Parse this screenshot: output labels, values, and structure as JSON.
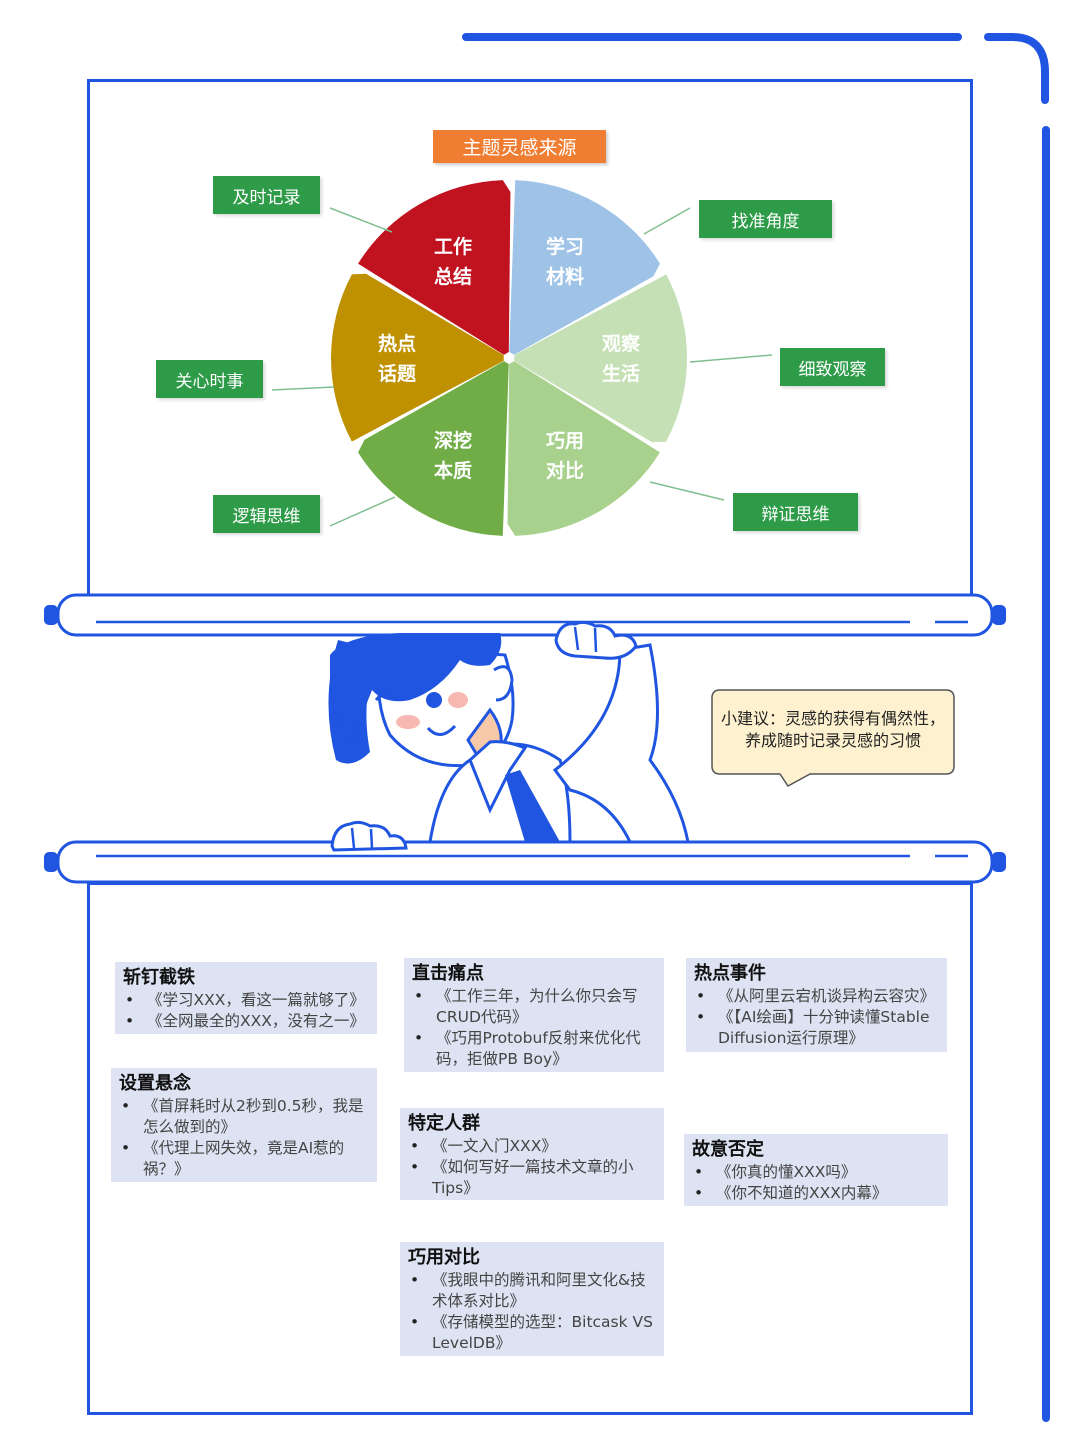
{
  "diagram": {
    "title": "主题灵感来源",
    "segments": [
      {
        "line1": "工作",
        "line2": "总结",
        "color": "#c1121f"
      },
      {
        "line1": "学习",
        "line2": "材料",
        "color": "#9ec3e6"
      },
      {
        "line1": "观察",
        "line2": "生活",
        "color": "#c5e0b4"
      },
      {
        "line1": "巧用",
        "line2": "对比",
        "color": "#a9d18e"
      },
      {
        "line1": "深挖",
        "line2": "本质",
        "color": "#70ad47"
      },
      {
        "line1": "热点",
        "line2": "话题",
        "color": "#bf9000"
      }
    ],
    "outer_labels": [
      "及时记录",
      "找准角度",
      "细致观察",
      "辩证思维",
      "逻辑思维",
      "关心时事"
    ],
    "accent": "#1f55e0",
    "tag_color": "#2e9b48",
    "title_color": "#ef7d32"
  },
  "tip": {
    "line1": "小建议：灵感的获得有偶然性，",
    "line2": "养成随时记录灵感的习惯"
  },
  "cards": [
    {
      "title": "斩钉截铁",
      "items": [
        "《学习XXX，看这一篇就够了》",
        "《全网最全的XXX，没有之一》"
      ]
    },
    {
      "title": "设置悬念",
      "items": [
        "《首屏耗时从2秒到0.5秒，我是怎么做到的》",
        "《代理上网失效，竟是AI惹的祸？》"
      ]
    },
    {
      "title": "直击痛点",
      "items": [
        "《工作三年，为什么你只会写CRUD代码》",
        "《巧用Protobuf反射来优化代码，拒做PB Boy》"
      ]
    },
    {
      "title": "特定人群",
      "items": [
        "《一文入门XXX》",
        "《如何写好一篇技术文章的小Tips》"
      ]
    },
    {
      "title": "巧用对比",
      "items": [
        "《我眼中的腾讯和阿里文化&技术体系对比》",
        "《存储模型的选型：Bitcask VS LevelDB》"
      ]
    },
    {
      "title": "热点事件",
      "items": [
        "《从阿里云宕机谈异构云容灾》",
        "《【AI绘画】十分钟读懂Stable Diffusion运行原理》"
      ]
    },
    {
      "title": "故意否定",
      "items": [
        "《你真的懂XXX吗》",
        "《你不知道的XXX内幕》"
      ]
    }
  ]
}
